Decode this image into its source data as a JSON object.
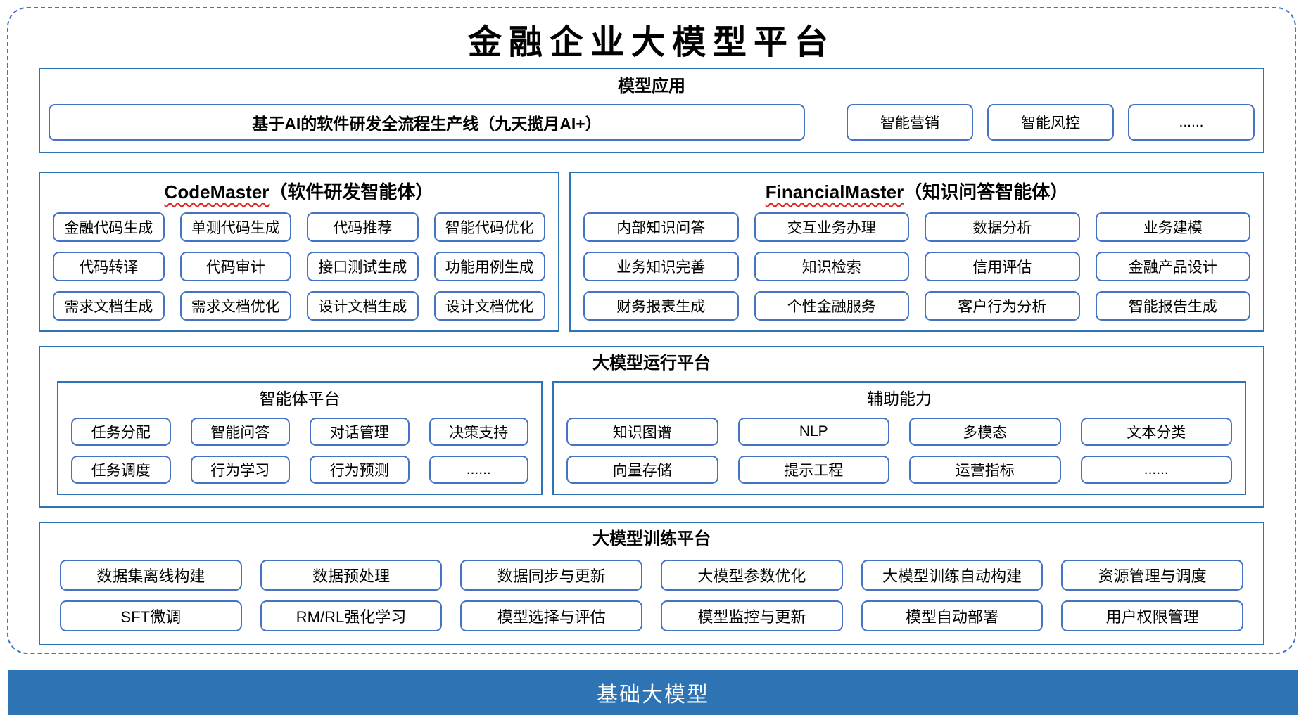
{
  "page_title": "金融企业大模型平台",
  "colors": {
    "section_border": "#2E74B5",
    "button_border": "#4472C4",
    "dashed_frame": "#4472C4",
    "spellcheck_wavy": "#E02020",
    "footer_background": "#2E74B5",
    "footer_text": "#FFFFFF",
    "text": "#000000"
  },
  "model_apps": {
    "title": "模型应用",
    "pipeline_button": "基于AI的软件研发全流程生产线（九天揽月AI+）",
    "side_buttons": [
      "智能营销",
      "智能风控",
      "......"
    ]
  },
  "agents": [
    {
      "name_en": "CodeMaster",
      "name_zh": "（软件研发智能体）",
      "buttons": [
        "金融代码生成",
        "单测代码生成",
        "代码推荐",
        "智能代码优化",
        "代码转译",
        "代码审计",
        "接口测试生成",
        "功能用例生成",
        "需求文档生成",
        "需求文档优化",
        "设计文档生成",
        "设计文档优化"
      ]
    },
    {
      "name_en": "FinancialMaster",
      "name_zh": "（知识问答智能体）",
      "buttons": [
        "内部知识问答",
        "交互业务办理",
        "数据分析",
        "业务建模",
        "业务知识完善",
        "知识检索",
        "信用评估",
        "金融产品设计",
        "财务报表生成",
        "个性金融服务",
        "客户行为分析",
        "智能报告生成"
      ]
    }
  ],
  "runtime_platform": {
    "title": "大模型运行平台",
    "groups": [
      {
        "title": "智能体平台",
        "buttons": [
          "任务分配",
          "智能问答",
          "对话管理",
          "决策支持",
          "任务调度",
          "行为学习",
          "行为预测",
          "......"
        ]
      },
      {
        "title": "辅助能力",
        "buttons": [
          "知识图谱",
          "NLP",
          "多模态",
          "文本分类",
          "向量存储",
          "提示工程",
          "运营指标",
          "......"
        ]
      }
    ]
  },
  "training_platform": {
    "title": "大模型训练平台",
    "buttons": [
      "数据集离线构建",
      "数据预处理",
      "数据同步与更新",
      "大模型参数优化",
      "大模型训练自动构建",
      "资源管理与调度",
      "SFT微调",
      "RM/RL强化学习",
      "模型选择与评估",
      "模型监控与更新",
      "模型自动部署",
      "用户权限管理"
    ]
  },
  "foundation_bar": {
    "label": "基础大模型"
  }
}
